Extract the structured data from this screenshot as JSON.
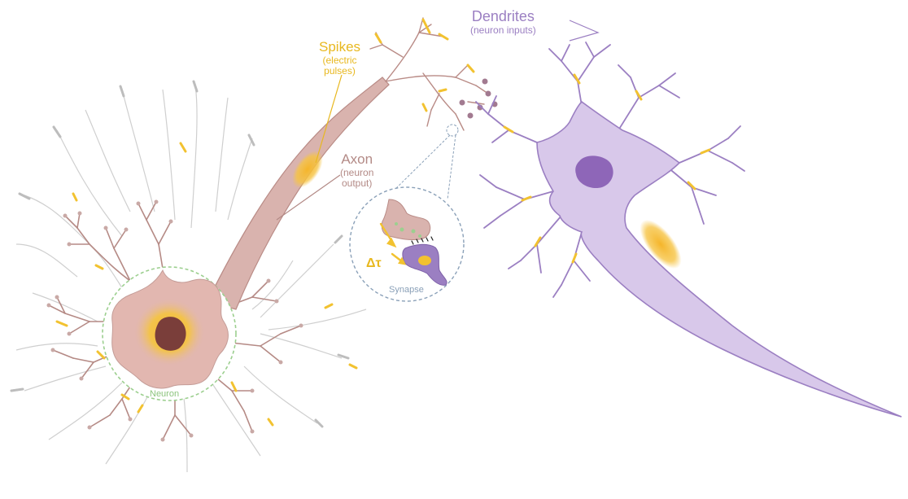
{
  "labels": {
    "spikes": {
      "title": "Spikes",
      "line1": "(electric",
      "line2": "pulses)"
    },
    "dendrites": {
      "title": "Dendrites",
      "sub": "(neuron inputs)"
    },
    "axon": {
      "title": "Axon",
      "line1": "(neuron",
      "line2": "output)"
    },
    "neuron": "Neuron",
    "synapse": "Synapse",
    "delta_tau": "Δτ"
  },
  "colors": {
    "spike": "#f2c230",
    "spike_text": "#e8b81f",
    "dendrite": "#9b7fc2",
    "dendrite_fill": "#d8c8ea",
    "dendrite_nucleus": "#8e66b8",
    "axon_text": "#b38a86",
    "axon_fill": "#d9b3ae",
    "axon_stroke": "#b98b86",
    "neuron_circle": "#9ccf8f",
    "synapse_circle": "#8aa0b8",
    "grey_fiber": "#cccccc",
    "nucleus_left": "#7a3e3a"
  }
}
